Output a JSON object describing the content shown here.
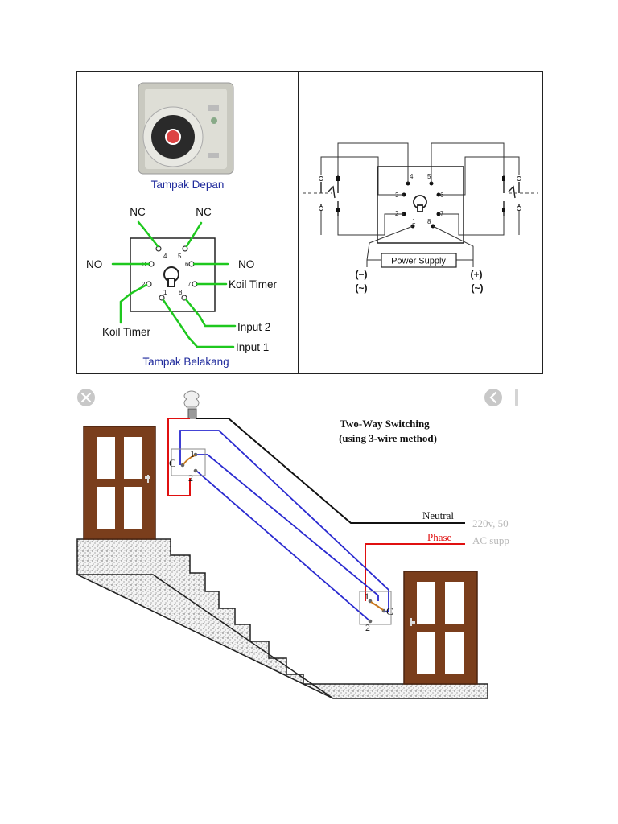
{
  "timer_panel": {
    "front_caption": "Tampak Depan",
    "back_caption": "Tampak Belakang",
    "labels": {
      "nc_left": "NC",
      "nc_right": "NC",
      "no_left": "NO",
      "no_right": "NO",
      "koil_timer_right": "Koil Timer",
      "koil_timer_left": "Koil Timer",
      "input_2": "Input 2",
      "input_1": "Input 1"
    },
    "pin_numbers": [
      "1",
      "2",
      "3",
      "4",
      "5",
      "6",
      "7",
      "8"
    ]
  },
  "wiring_panel": {
    "power_supply": "Power Supply",
    "minus": "(−)",
    "plus": "(+)",
    "ac_left": "(~)",
    "ac_right": "(~)",
    "pin_numbers": [
      "1",
      "2",
      "3",
      "4",
      "5",
      "6",
      "7",
      "8"
    ]
  },
  "viewer": {
    "close_icon": "close-icon",
    "prev_icon": "chevron-left-icon"
  },
  "two_way": {
    "title_line1": "Two-Way Switching",
    "title_line2": "(using 3-wire method)",
    "neutral": "Neutral",
    "phase": "Phase",
    "supply_line1": "220v, 50",
    "supply_line2": "AC supp",
    "top_switch": {
      "c": "C",
      "one": "1",
      "two": "2"
    },
    "bottom_switch": {
      "c": "C",
      "one": "1",
      "two": "2"
    }
  },
  "colors": {
    "caption_blue": "#1f2a9c",
    "wire_green": "#1ec81e",
    "phase_red": "#e01010",
    "traveller_blue": "#2a2ad0",
    "door_brown": "#7a3e1c"
  }
}
